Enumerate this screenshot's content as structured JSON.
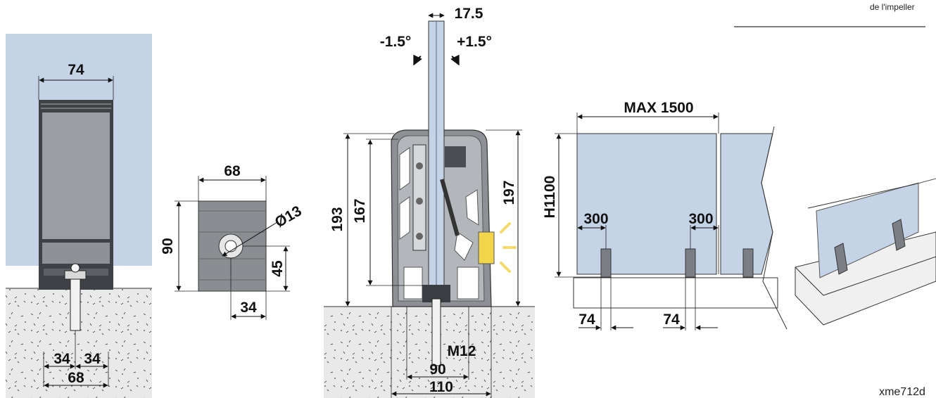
{
  "header": {
    "note": "de l'impeller"
  },
  "figure_code": "xme712d",
  "section_view": {
    "top_width": "74",
    "bottom_left": "34",
    "bottom_right": "34",
    "bottom_total": "68"
  },
  "base_plate": {
    "width": "68",
    "height": "90",
    "hole": "Ø13",
    "hole_height": "45",
    "hole_offset": "34"
  },
  "profile": {
    "glass_thickness": "17.5",
    "tilt_minus": "-1.5°",
    "tilt_plus": "+1.5°",
    "height_outer_left": "193",
    "height_inner_left": "167",
    "height_right": "197",
    "bolt": "M12",
    "inner_width": "90",
    "outer_width": "110"
  },
  "elevation": {
    "max_span": "MAX 1500",
    "height": "H1100",
    "spacing_left": "300",
    "spacing_right": "300",
    "post_left": "74",
    "post_right": "74"
  },
  "colors": {
    "glass": "#c5d3e6",
    "metal": "#7b7f85",
    "metal_dark": "#4a4d52",
    "ground": "#e8e8e8",
    "highlight": "#f3d54a"
  }
}
